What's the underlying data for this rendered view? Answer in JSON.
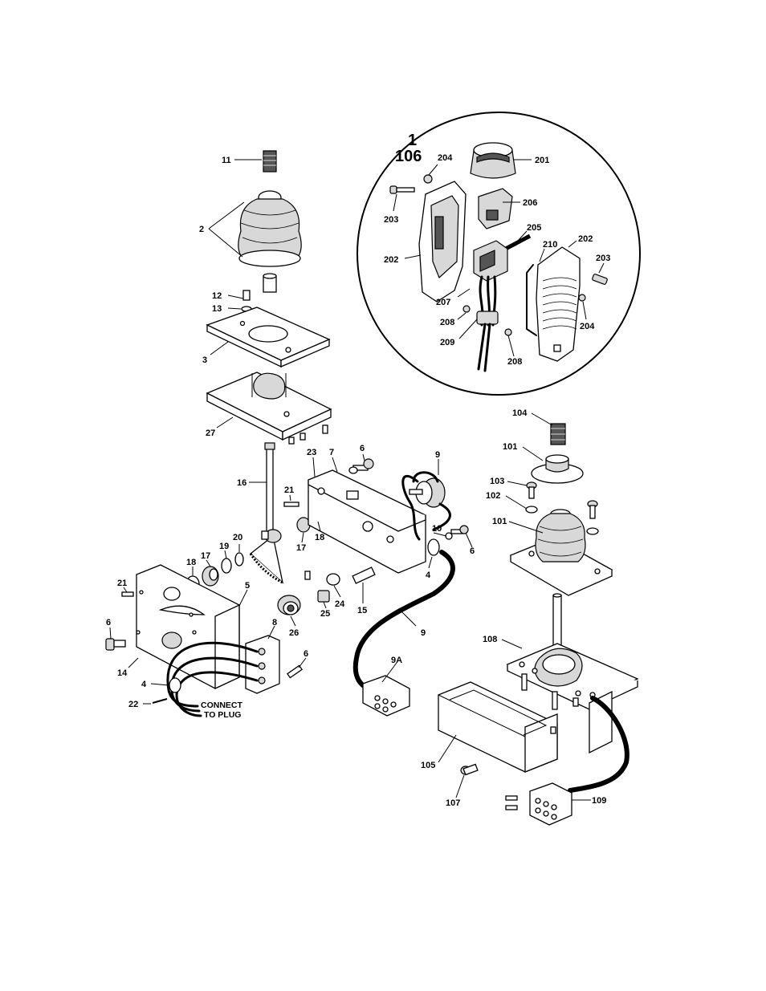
{
  "figure": {
    "callouts": [
      {
        "id": "c11",
        "text": "11"
      },
      {
        "id": "c2",
        "text": "2"
      },
      {
        "id": "c12",
        "text": "12"
      },
      {
        "id": "c13",
        "text": "13"
      },
      {
        "id": "c3",
        "text": "3"
      },
      {
        "id": "c27",
        "text": "27"
      },
      {
        "id": "c16",
        "text": "16"
      },
      {
        "id": "c23",
        "text": "23"
      },
      {
        "id": "c7",
        "text": "7"
      },
      {
        "id": "c6a",
        "text": "6"
      },
      {
        "id": "c9a",
        "text": "9"
      },
      {
        "id": "c21a",
        "text": "21"
      },
      {
        "id": "c18a",
        "text": "18"
      },
      {
        "id": "c17a",
        "text": "17"
      },
      {
        "id": "c10",
        "text": "10"
      },
      {
        "id": "c6b",
        "text": "6"
      },
      {
        "id": "c4a",
        "text": "4"
      },
      {
        "id": "c20",
        "text": "20"
      },
      {
        "id": "c19",
        "text": "19"
      },
      {
        "id": "c17b",
        "text": "17"
      },
      {
        "id": "c18b",
        "text": "18"
      },
      {
        "id": "c21b",
        "text": "21"
      },
      {
        "id": "c5",
        "text": "5"
      },
      {
        "id": "c24",
        "text": "24"
      },
      {
        "id": "c25",
        "text": "25"
      },
      {
        "id": "c15",
        "text": "15"
      },
      {
        "id": "c26",
        "text": "26"
      },
      {
        "id": "c8",
        "text": "8"
      },
      {
        "id": "c6c",
        "text": "6"
      },
      {
        "id": "c6d",
        "text": "6"
      },
      {
        "id": "c14",
        "text": "14"
      },
      {
        "id": "c4b",
        "text": "4"
      },
      {
        "id": "c22",
        "text": "22"
      },
      {
        "id": "c9b",
        "text": "9"
      },
      {
        "id": "c9A",
        "text": "9A"
      },
      {
        "id": "c201",
        "text": "201"
      },
      {
        "id": "c204a",
        "text": "204"
      },
      {
        "id": "c203a",
        "text": "203"
      },
      {
        "id": "c206",
        "text": "206"
      },
      {
        "id": "c205",
        "text": "205"
      },
      {
        "id": "c202a",
        "text": "202"
      },
      {
        "id": "c210",
        "text": "210"
      },
      {
        "id": "c202b",
        "text": "202"
      },
      {
        "id": "c203b",
        "text": "203"
      },
      {
        "id": "c207",
        "text": "207"
      },
      {
        "id": "c208a",
        "text": "208"
      },
      {
        "id": "c204b",
        "text": "204"
      },
      {
        "id": "c209",
        "text": "209"
      },
      {
        "id": "c208b",
        "text": "208"
      },
      {
        "id": "c104",
        "text": "104"
      },
      {
        "id": "c101a",
        "text": "101"
      },
      {
        "id": "c103",
        "text": "103"
      },
      {
        "id": "c102",
        "text": "102"
      },
      {
        "id": "c101b",
        "text": "101"
      },
      {
        "id": "c108",
        "text": "108"
      },
      {
        "id": "c105",
        "text": "105"
      },
      {
        "id": "c107",
        "text": "107"
      },
      {
        "id": "c109",
        "text": "109"
      }
    ],
    "inset_label_top": "1",
    "inset_label_bottom": "106",
    "connect_note_line1": "CONNECT",
    "connect_note_line2": "TO PLUG"
  }
}
